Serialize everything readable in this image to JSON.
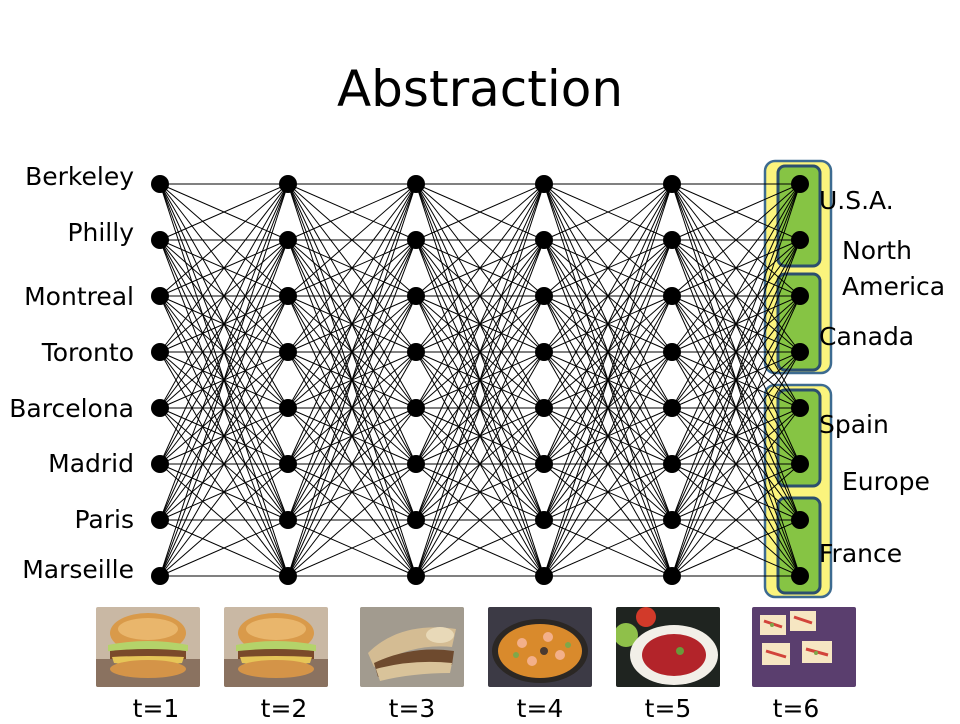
{
  "title": "Abstraction",
  "cities": [
    "Berkeley",
    "Philly",
    "Montreal",
    "Toronto",
    "Barcelona",
    "Madrid",
    "Paris",
    "Marseille"
  ],
  "countries": [
    "U.S.A.",
    "Canada",
    "Spain",
    "France"
  ],
  "continents": [
    "North America",
    "Europe"
  ],
  "continent_lines": {
    "north_america": [
      "North",
      "America"
    ],
    "europe": [
      "Europe"
    ]
  },
  "time_steps": [
    "t=1",
    "t=2",
    "t=3",
    "t=4",
    "t=5",
    "t=6"
  ],
  "food_images": [
    "burger",
    "burger",
    "sandwich",
    "paella",
    "gazpacho",
    "canapes"
  ],
  "colors": {
    "continent_fill": "#fbf47d",
    "continent_stroke": "#3d6b90",
    "country_fill": "#86c444",
    "country_stroke": "#2c4f6e",
    "node": "#000000",
    "edge": "#000000"
  }
}
